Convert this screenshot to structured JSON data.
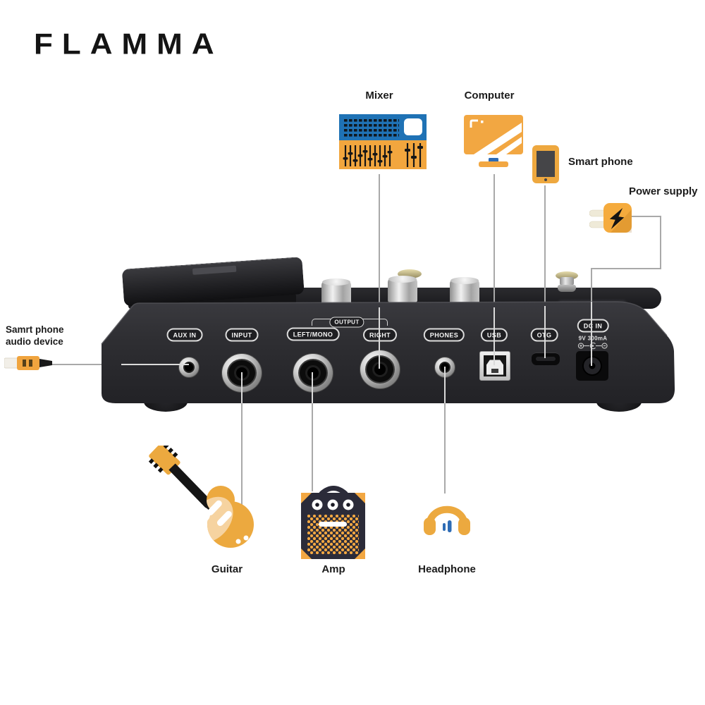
{
  "brand": {
    "logo": "FLAMMA"
  },
  "palette": {
    "orange": "#F2A742",
    "orange_light": "#F6D3A0",
    "blue": "#1F72B5",
    "navy": "#2B2B39",
    "pedal_body": "#2E2E31",
    "line_gray": "#A9A9A9",
    "line_light": "#DADADA",
    "headphone_blue": "#2E6CB5",
    "prong_cream": "#EFEAD8"
  },
  "connected_devices": {
    "mixer": {
      "label": "Mixer"
    },
    "computer": {
      "label": "Computer"
    },
    "smartphone": {
      "label": "Smart phone"
    },
    "power_supply": {
      "label": "Power supply"
    },
    "aux_source": {
      "line1": "Samrt phone",
      "line2": "audio device"
    },
    "guitar": {
      "label": "Guitar"
    },
    "amp": {
      "label": "Amp"
    },
    "headphone": {
      "label": "Headphone"
    }
  },
  "pedal": {
    "output_group_label": "OUTPUT",
    "dc_spec": "9V 300mA",
    "ports": [
      {
        "label": "AUX IN"
      },
      {
        "label": "INPUT"
      },
      {
        "label": "LEFT/MONO"
      },
      {
        "label": "RIGHT"
      },
      {
        "label": "PHONES"
      },
      {
        "label": "USB"
      },
      {
        "label": "OTG"
      },
      {
        "label": "DC IN"
      }
    ]
  }
}
